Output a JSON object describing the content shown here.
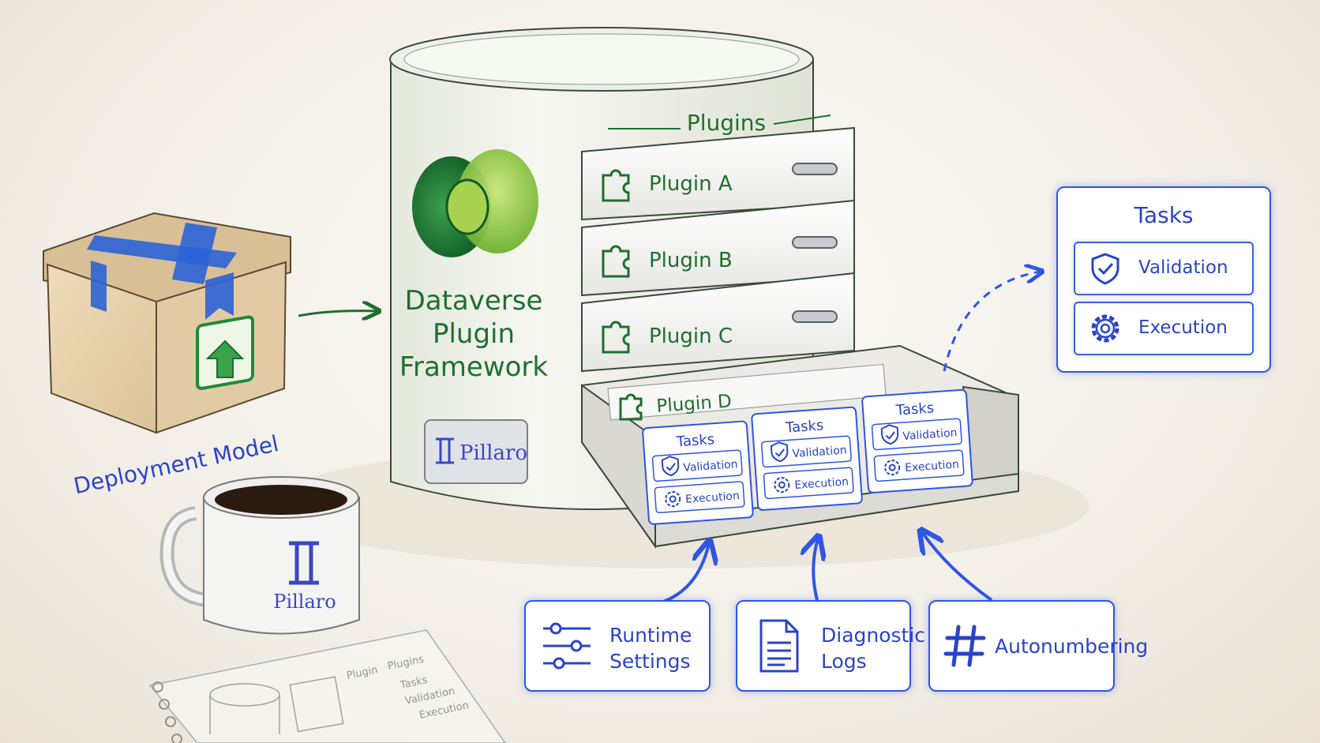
{
  "cabinet": {
    "drawers_header": "Plugins",
    "framework_label": [
      "Dataverse",
      "Plugin",
      "Framework"
    ],
    "badge": "Pillaro",
    "drawers": [
      "Plugin A",
      "Plugin B",
      "Plugin C"
    ],
    "open_drawer": {
      "label": "Plugin D",
      "cards": [
        {
          "title": "Tasks",
          "items": [
            "Validation",
            "Execution"
          ]
        },
        {
          "title": "Tasks",
          "items": [
            "Validation",
            "Execution"
          ]
        },
        {
          "title": "Tasks",
          "items": [
            "Validation",
            "Execution"
          ]
        }
      ]
    }
  },
  "deployment": {
    "label": "Deployment Model"
  },
  "mug": {
    "brand": "Pillaro"
  },
  "tasks_panel": {
    "title": "Tasks",
    "items": [
      {
        "label": "Validation",
        "icon": "shield-check-icon"
      },
      {
        "label": "Execution",
        "icon": "gear-icon"
      }
    ]
  },
  "features": [
    {
      "lines": [
        "Runtime",
        "Settings"
      ],
      "icon": "sliders-icon"
    },
    {
      "lines": [
        "Diagnostic",
        "Logs"
      ],
      "icon": "document-icon"
    },
    {
      "lines": [
        "Autonumbering"
      ],
      "icon": "hash-icon"
    }
  ],
  "notebook": {
    "sketch_lines": [
      "Plugin",
      "Plugins",
      "Tasks",
      "Validation",
      "Execution"
    ]
  },
  "colors": {
    "green_dark": "#1f6f2e",
    "green_light": "#8fc63f",
    "blue": "#2f55e6",
    "tape_blue": "#2c63d6",
    "box": "#e7d2ad"
  }
}
